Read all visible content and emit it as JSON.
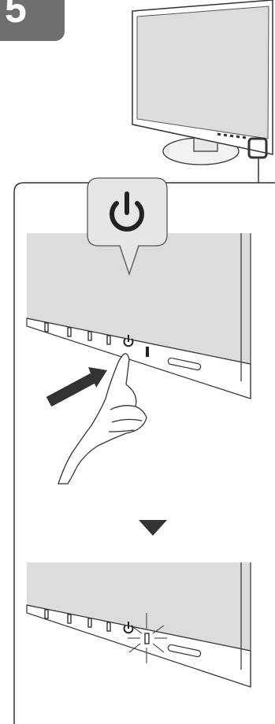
{
  "step": {
    "number": "5"
  },
  "colors": {
    "badge": "#6f6f6f",
    "screen": "#dcdcdc",
    "bezel": "#ffffff",
    "outline": "#333333",
    "arrow": "#333333",
    "indicator": "#222222"
  },
  "icons": {
    "power": "power-icon",
    "press_arrow": "arrow-icon",
    "next_step": "triangle-down-icon",
    "indicator_blink": "led-blink-icon"
  },
  "panels": [
    {
      "id": "press-power",
      "state": "before"
    },
    {
      "id": "led-lit",
      "state": "after"
    }
  ]
}
